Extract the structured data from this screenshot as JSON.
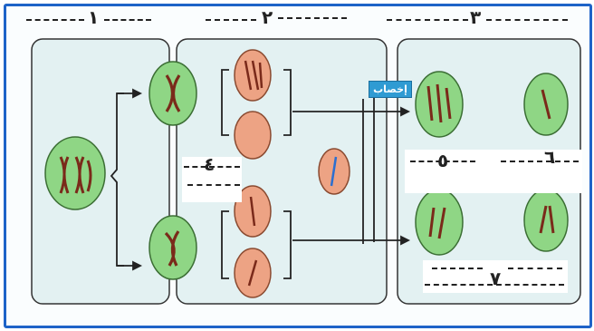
{
  "labels": {
    "l1": "١",
    "l2": "٢",
    "l3": "٣",
    "l4": "٤",
    "l5": "٥",
    "l6": "٦",
    "l7": "٧"
  },
  "fertilization_label": "إخصاب",
  "colors": {
    "frame_border": "#1e63c8",
    "panel_fill": "#e3f1f2",
    "green_cell": "#8fd685",
    "orange_cell": "#eda384",
    "chromosome": "#7a2a1a",
    "blue_chromosome": "#2b6fd0"
  }
}
